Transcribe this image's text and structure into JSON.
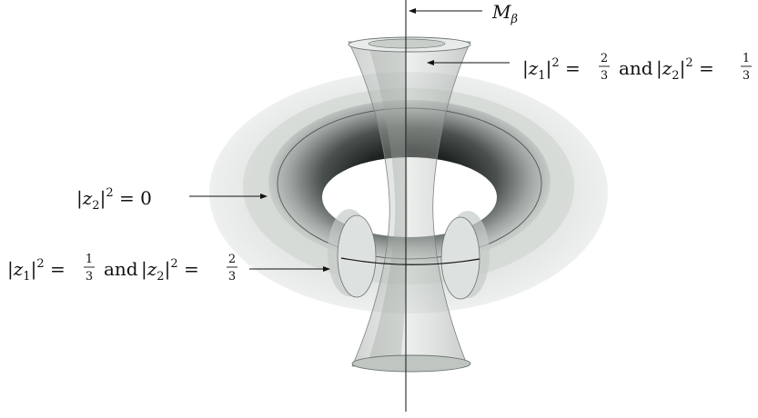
{
  "diagram": {
    "axis_label": {
      "main": "M",
      "sub": "β"
    },
    "labels": {
      "top_right": {
        "z1_squared": {
          "num": "2",
          "den": "3"
        },
        "conjunction": "and",
        "z2_squared": {
          "num": "1",
          "den": "3"
        }
      },
      "middle_left": {
        "value": "0"
      },
      "lower_left": {
        "z1_squared": {
          "num": "1",
          "den": "3"
        },
        "conjunction": "and",
        "z2_squared": {
          "num": "2",
          "den": "3"
        }
      }
    }
  }
}
